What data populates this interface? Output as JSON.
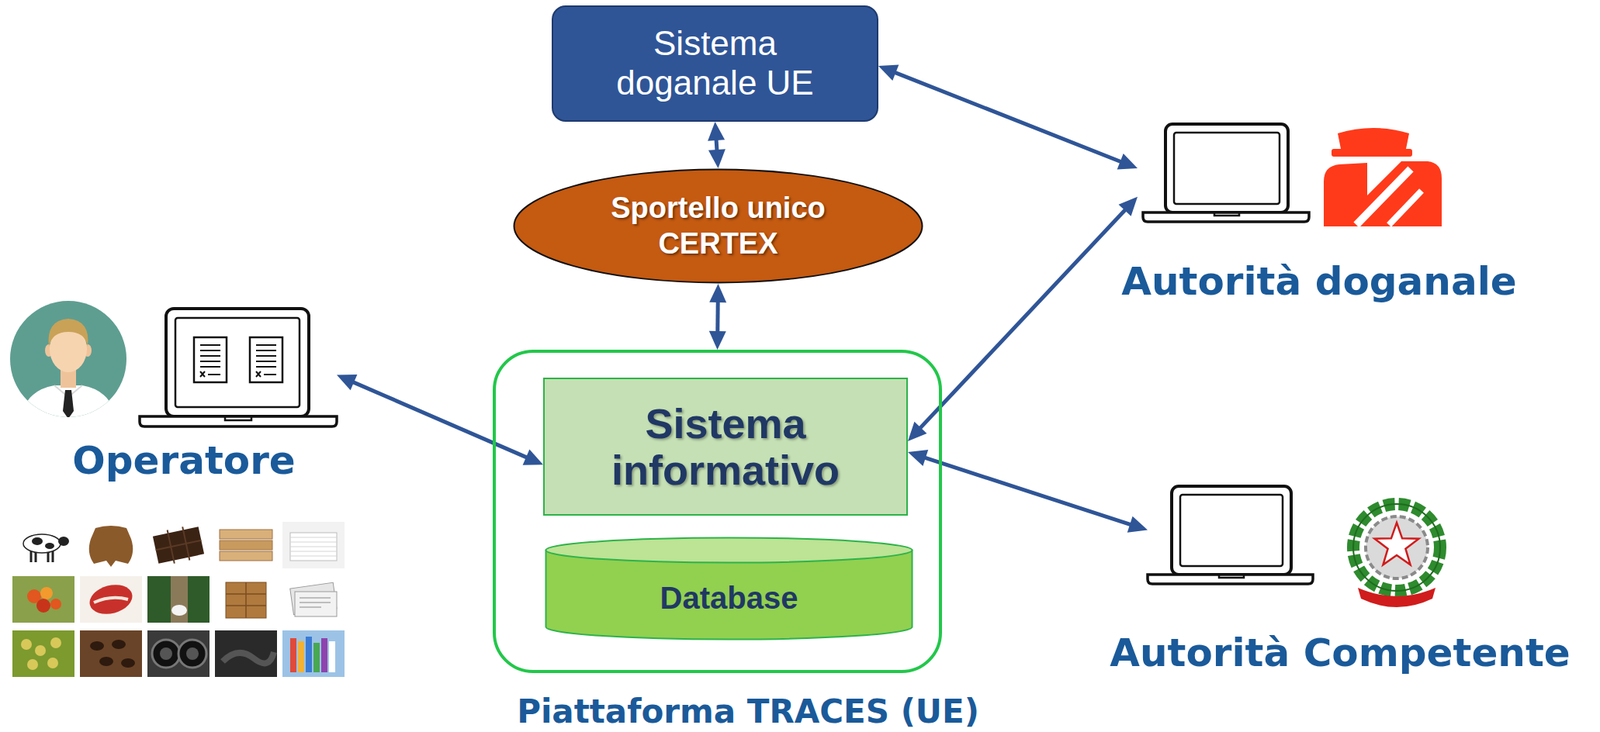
{
  "diagram": {
    "nodes": [
      {
        "text": [
          "Sistema doganale UE"
        ]
      },
      {
        "text": [
          "Sportello unico CERTEX"
        ]
      },
      {
        "text": [
          "Autorità doganale"
        ]
      },
      {
        "text": [
          "Operatore"
        ]
      },
      {
        "text": [
          "Piattaforma TRACES (UE)"
        ]
      },
      {
        "text": [
          "Sistema informativo"
        ],
        "in": 4
      },
      {
        "text": [
          "Database"
        ],
        "in": 4
      },
      {
        "text": [
          "Autorità Competente"
        ]
      }
    ],
    "edges": [
      {
        "from": 0,
        "to": 1,
        "arrow": "both"
      },
      {
        "from": 1,
        "to": 4,
        "arrow": "both"
      },
      {
        "from": 0,
        "to": 2,
        "arrow": "both"
      },
      {
        "from": 3,
        "to": 5,
        "arrow": "both"
      },
      {
        "from": 5,
        "to": 2,
        "arrow": "both"
      },
      {
        "from": 5,
        "to": 7,
        "arrow": "both"
      }
    ]
  }
}
